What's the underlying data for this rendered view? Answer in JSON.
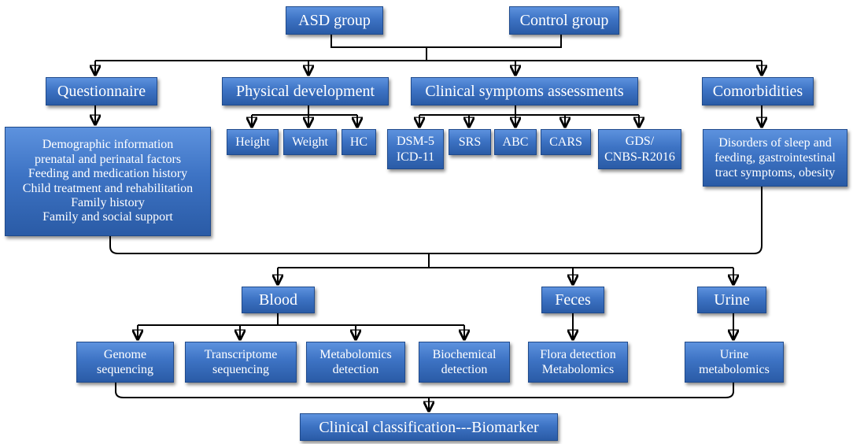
{
  "top": {
    "asd_group": "ASD group",
    "control_group": "Control group"
  },
  "assessments": {
    "questionnaire": {
      "label": "Questionnaire",
      "items": [
        "Demographic information",
        "prenatal and perinatal factors",
        "Feeding and medication history",
        "Child treatment and rehabilitation",
        "Family history",
        "Family and social support"
      ]
    },
    "physical_development": {
      "label": "Physical development",
      "items": [
        "Height",
        "Weight",
        "HC"
      ]
    },
    "clinical_symptoms": {
      "label": "Clinical  symptoms assessments",
      "items": [
        {
          "line1": "DSM-5",
          "line2": "ICD-11"
        },
        {
          "line1": "SRS",
          "line2": ""
        },
        {
          "line1": "ABC",
          "line2": ""
        },
        {
          "line1": "CARS",
          "line2": ""
        },
        {
          "line1": "GDS/",
          "line2": "CNBS-R2016"
        }
      ]
    },
    "comorbidities": {
      "label": "Comorbidities",
      "items": [
        "Disorders of sleep and",
        "feeding, gastrointestinal",
        "tract symptoms, obesity"
      ]
    }
  },
  "samples": {
    "blood": {
      "label": "Blood",
      "items": [
        {
          "line1": "Genome",
          "line2": "sequencing"
        },
        {
          "line1": "Transcriptome",
          "line2": "sequencing"
        },
        {
          "line1": "Metabolomics",
          "line2": "detection"
        },
        {
          "line1": "Biochemical",
          "line2": "detection"
        }
      ]
    },
    "feces": {
      "label": "Feces",
      "items": [
        "Flora detection",
        "Metabolomics"
      ]
    },
    "urine": {
      "label": "Urine",
      "items": [
        "Urine",
        "metabolomics"
      ]
    }
  },
  "result": {
    "label": "Clinical classification---Biomarker"
  }
}
